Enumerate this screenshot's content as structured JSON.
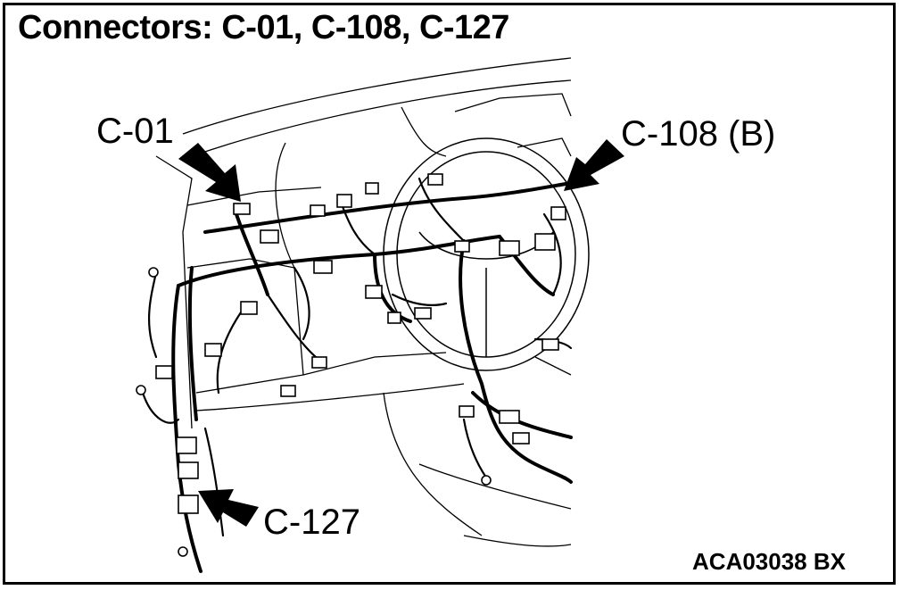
{
  "title": "Connectors: C-01, C-108, C-127",
  "callouts": {
    "c01": "C-01",
    "c108": "C-108 (B)",
    "c127": "C-127"
  },
  "figure_id": "ACA03038 BX",
  "colors": {
    "ink": "#000000",
    "paper": "#ffffff"
  }
}
